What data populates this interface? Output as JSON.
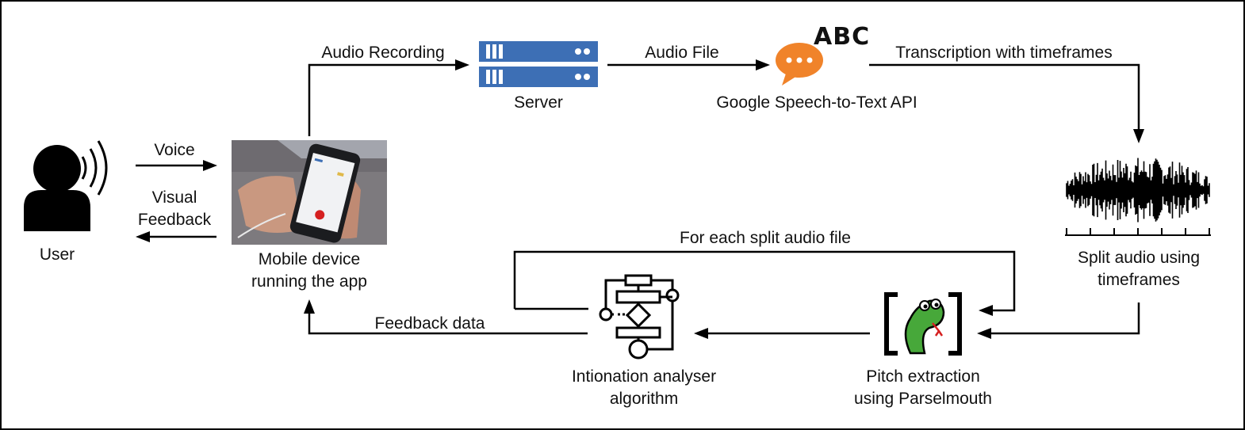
{
  "labels": {
    "user": "User",
    "voice": "Voice",
    "visual_feedback_1": "Visual",
    "visual_feedback_2": "Feedback",
    "mobile_1": "Mobile device",
    "mobile_2": "running the app",
    "audio_recording": "Audio Recording",
    "server": "Server",
    "audio_file": "Audio File",
    "google_api": "Google Speech-to-Text API",
    "abc": "ABC",
    "transcription": "Transcription with timeframes",
    "split_1": "Split audio using",
    "split_2": "timeframes",
    "for_each": "For each split audio file",
    "feedback_data": "Feedback data",
    "analyser_1": "Intionation analyser",
    "analyser_2": "algorithm",
    "pitch_1": "Pitch extraction",
    "pitch_2": "using Parselmouth"
  },
  "icons": {
    "user": "user-speaking-icon",
    "mobile": "mobile-device-photo",
    "server": "server-icon",
    "speech": "speech-bubble-icon",
    "waveform": "audio-waveform-icon",
    "flowchart": "flowchart-algorithm-icon",
    "parselmouth": "parselmouth-snake-icon"
  },
  "colors": {
    "server_blue": "#3d6fb5",
    "speech_orange": "#f0832a",
    "snake_green": "#47a83a",
    "line": "#000000"
  }
}
